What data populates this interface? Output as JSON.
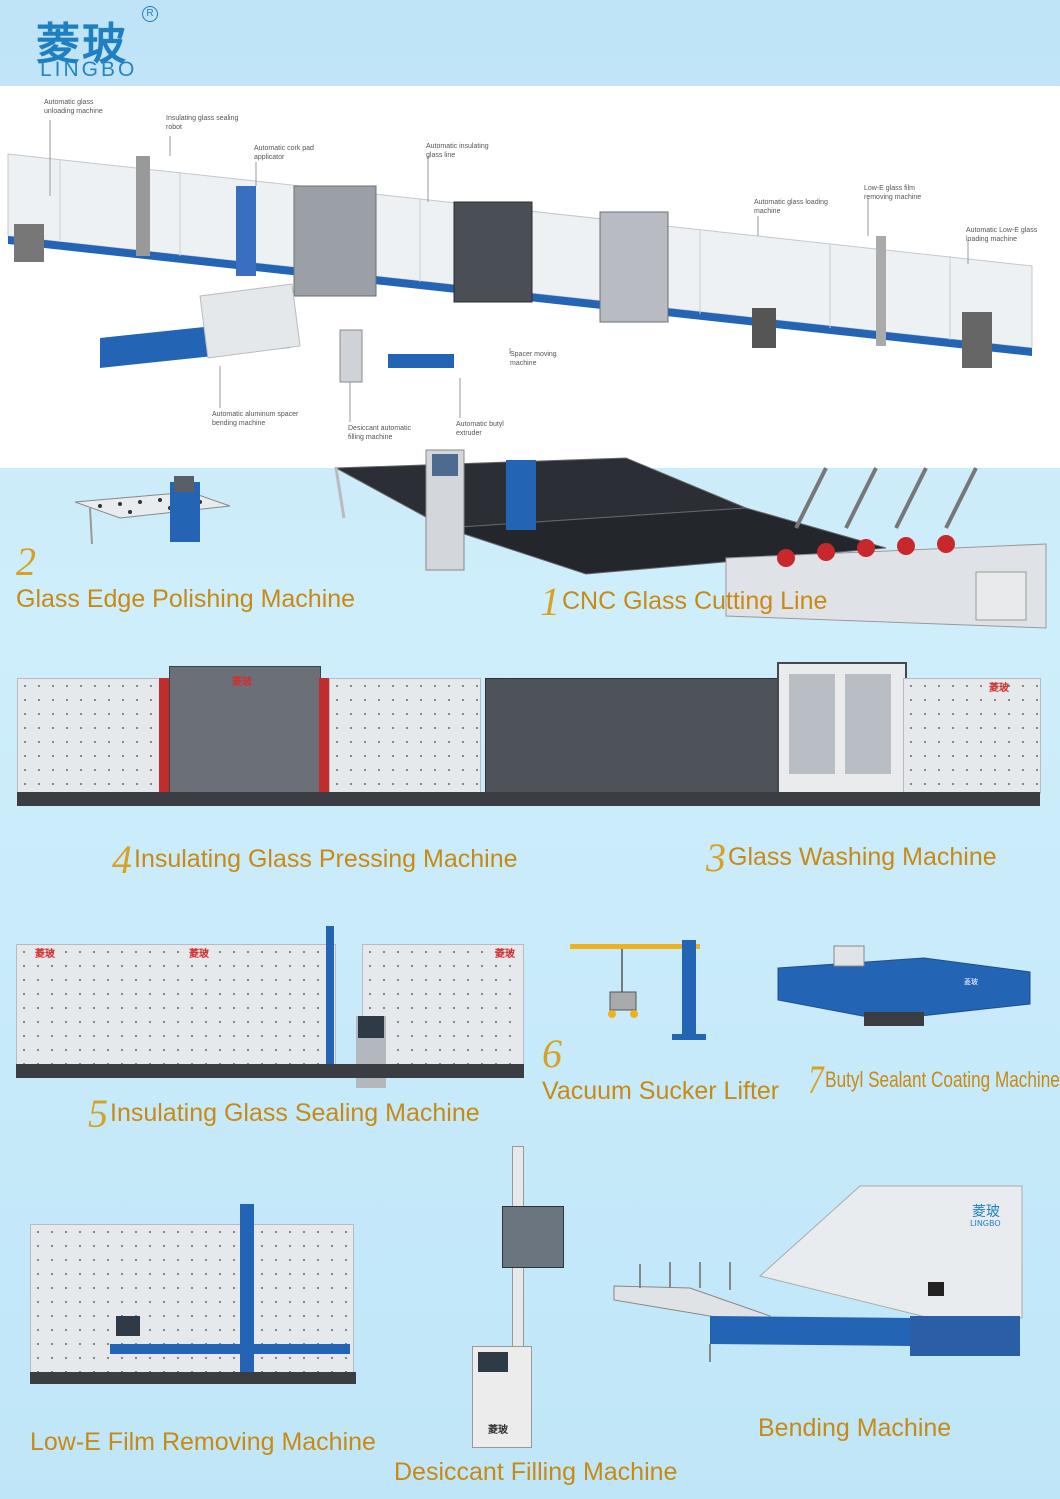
{
  "brand": {
    "name_cn": "菱玻",
    "name_en": "LINGBO",
    "registered_mark": "R"
  },
  "diagram": {
    "callouts": [
      "Automatic glass unloading machine",
      "Insulating glass sealing robot",
      "Automatic cork pad applicator",
      "Automatic insulating glass line",
      "Automatic glass loading machine",
      "Low-E glass film removing machine",
      "Automatic Low-E glass loading machine",
      "Spacer moving machine",
      "Automatic aluminum spacer bending machine",
      "Desiccant automatic filling machine",
      "Automatic butyl extruder"
    ]
  },
  "machines": [
    {
      "number": "2",
      "name": "Glass Edge Polishing Machine"
    },
    {
      "number": "1",
      "name": "CNC Glass Cutting Line"
    },
    {
      "number": "4",
      "name": "Insulating Glass Pressing Machine"
    },
    {
      "number": "3",
      "name": "Glass Washing Machine"
    },
    {
      "number": "6",
      "name": "Vacuum Sucker Lifter"
    },
    {
      "number": "7",
      "name": "Butyl Sealant Coating Machine"
    },
    {
      "number": "5",
      "name": "Insulating Glass Sealing Machine"
    },
    {
      "number": "",
      "name": "Low-E Film Removing Machine"
    },
    {
      "number": "",
      "name": "Desiccant Filling Machine"
    },
    {
      "number": "",
      "name": "Bending Machine"
    }
  ],
  "colors": {
    "caption": "#c98a14",
    "brand_blue": "#1f7fc0",
    "machine_blue": "#2464b4"
  }
}
